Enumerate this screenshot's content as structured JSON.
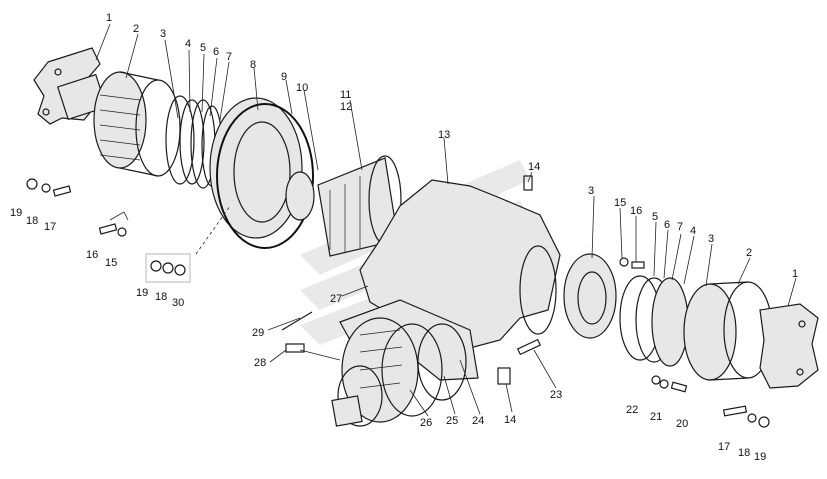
{
  "diagram": {
    "description_labels": [
      {
        "id": "c1",
        "text": "1"
      },
      {
        "id": "c2",
        "text": "2"
      },
      {
        "id": "c3",
        "text": "3"
      },
      {
        "id": "c4",
        "text": "4"
      },
      {
        "id": "c5",
        "text": "5"
      },
      {
        "id": "c6",
        "text": "6"
      },
      {
        "id": "c7",
        "text": "7"
      },
      {
        "id": "c8",
        "text": "8"
      },
      {
        "id": "c9",
        "text": "9"
      },
      {
        "id": "c10",
        "text": "10"
      },
      {
        "id": "c11",
        "text": "11"
      },
      {
        "id": "c12",
        "text": "12"
      },
      {
        "id": "c13",
        "text": "13"
      },
      {
        "id": "c14a",
        "text": "14"
      },
      {
        "id": "c14b",
        "text": "14"
      },
      {
        "id": "c15a",
        "text": "15"
      },
      {
        "id": "c15b",
        "text": "15"
      },
      {
        "id": "c16a",
        "text": "16"
      },
      {
        "id": "c16b",
        "text": "16"
      },
      {
        "id": "c17a",
        "text": "17"
      },
      {
        "id": "c17b",
        "text": "17"
      },
      {
        "id": "c18a",
        "text": "18"
      },
      {
        "id": "c18b",
        "text": "18"
      },
      {
        "id": "c18c",
        "text": "18"
      },
      {
        "id": "c19a",
        "text": "19"
      },
      {
        "id": "c19b",
        "text": "19"
      },
      {
        "id": "c19c",
        "text": "19"
      },
      {
        "id": "c20",
        "text": "20"
      },
      {
        "id": "c21",
        "text": "21"
      },
      {
        "id": "c22",
        "text": "22"
      },
      {
        "id": "c23",
        "text": "23"
      },
      {
        "id": "c24",
        "text": "24"
      },
      {
        "id": "c25",
        "text": "25"
      },
      {
        "id": "c26",
        "text": "26"
      },
      {
        "id": "c27",
        "text": "27"
      },
      {
        "id": "c28",
        "text": "28"
      },
      {
        "id": "c29",
        "text": "29"
      },
      {
        "id": "c30",
        "text": "30"
      },
      {
        "id": "c3b",
        "text": "3"
      },
      {
        "id": "c3c",
        "text": "3"
      },
      {
        "id": "c2b",
        "text": "2"
      },
      {
        "id": "c1b",
        "text": "1"
      },
      {
        "id": "c4b",
        "text": "4"
      },
      {
        "id": "c5b",
        "text": "5"
      },
      {
        "id": "c6b",
        "text": "6"
      },
      {
        "id": "c7b",
        "text": "7"
      }
    ]
  }
}
